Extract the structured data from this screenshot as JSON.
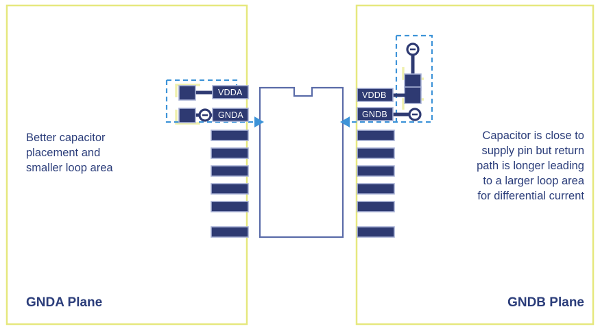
{
  "diagram": {
    "title": "Decoupling capacitor placement and return loop area comparison",
    "colors": {
      "plane_border": "#e6e87e",
      "copper": "#2e3a72",
      "loop_highlight": "#eff0ad",
      "return_path": "#3d93d8",
      "ic_outline": "#5a6ba8",
      "text": "#2b3d7a",
      "background": "#ffffff"
    }
  },
  "left_plane": {
    "name": "GNDA Plane",
    "annotation_lines": [
      "Better capacitor",
      "placement and",
      "smaller loop area"
    ],
    "pins": [
      {
        "label": "VDDA"
      },
      {
        "label": "GNDA"
      }
    ],
    "unlabeled_pin_count": 6,
    "capacitor": {
      "orientation": "horizontal",
      "pad_count": 2
    },
    "via_count": 1,
    "flow_arrow_direction": "right"
  },
  "right_plane": {
    "name": "GNDB Plane",
    "annotation_lines": [
      "Capacitor is close to",
      "supply pin but return",
      "path is longer leading",
      "to a larger loop area",
      "for differential current"
    ],
    "pins": [
      {
        "label": "VDDB"
      },
      {
        "label": "GNDB"
      }
    ],
    "unlabeled_pin_count": 6,
    "capacitor": {
      "orientation": "vertical",
      "pad_count": 2
    },
    "via_count": 2,
    "flow_arrow_direction": "left"
  },
  "ic": {
    "notch": "top-center",
    "left_pin_count": 8,
    "right_pin_count": 8
  }
}
